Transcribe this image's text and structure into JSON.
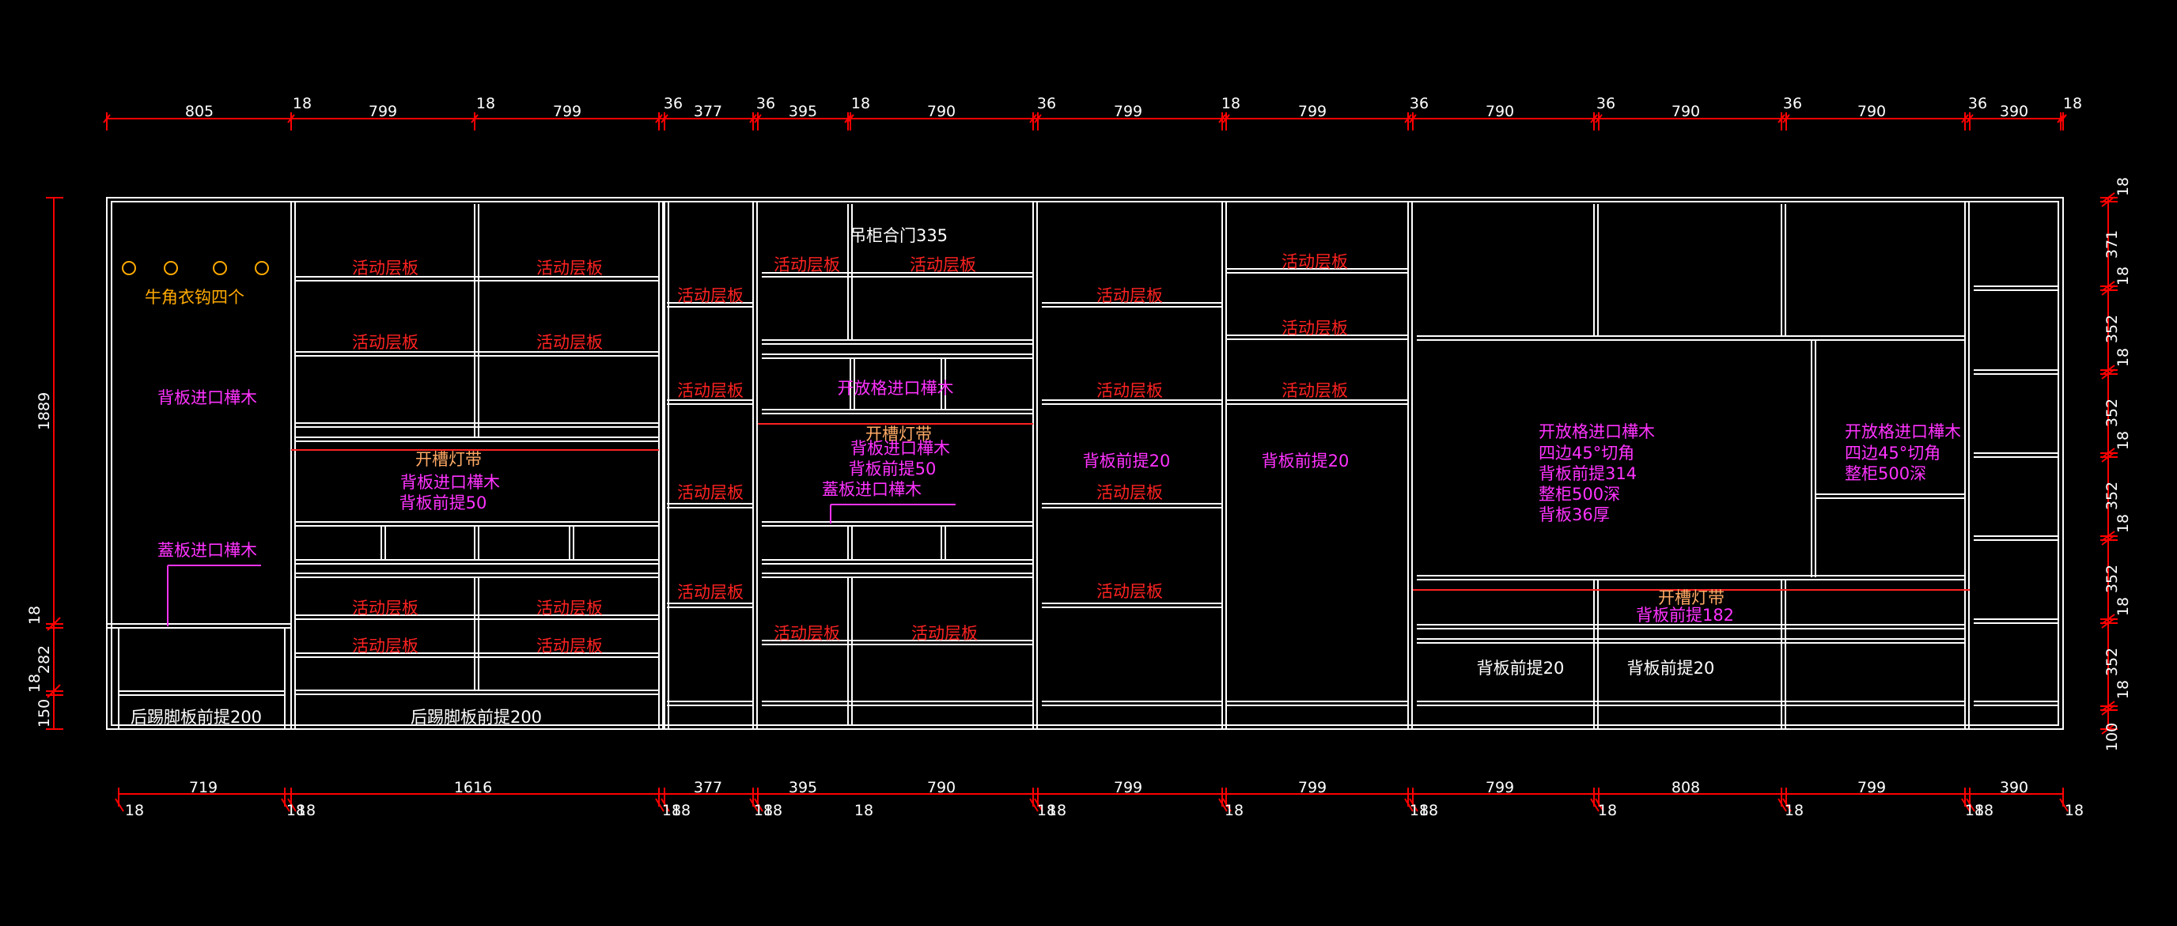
{
  "colors": {
    "background": "#000000",
    "cabinet_line": "#ffffff",
    "dimension_line": "#ff0000",
    "label_red": "#ff2222",
    "label_magenta": "#ff33ff",
    "label_orange": "#ffaa00",
    "label_white": "#ffffff"
  },
  "top_dimensions": [
    "805",
    "18",
    "799",
    "18",
    "799",
    "36",
    "377",
    "36",
    "395",
    "18",
    "790",
    "36",
    "799",
    "18",
    "799",
    "36",
    "790",
    "36",
    "790",
    "36",
    "790",
    "36",
    "390",
    "18"
  ],
  "bottom_dimensions": [
    "719",
    "1616",
    "377",
    "395",
    "790",
    "799",
    "799",
    "799",
    "808",
    "799",
    "390"
  ],
  "bottom_small_dims": [
    "18",
    "18",
    "18",
    "18",
    "18",
    "18",
    "18",
    "18",
    "18",
    "18",
    "18",
    "18",
    "18",
    "18",
    "18",
    "18",
    "18",
    "18",
    "18",
    "18",
    "18",
    "18",
    "18"
  ],
  "left_dimensions": [
    "1889",
    "18",
    "282",
    "18",
    "150"
  ],
  "right_dimensions": [
    "18",
    "371",
    "18",
    "352",
    "18",
    "352",
    "18",
    "352",
    "18",
    "352",
    "18",
    "352",
    "18",
    "100"
  ],
  "labels": {
    "hooks_label": "牛角衣钩四个",
    "back_panel": "背板进口樺木",
    "cover_panel": "蓋板进口樺木",
    "movable_shelf": "活动层板",
    "light_groove": "开槽灯带",
    "back_front_50": "背板前提50",
    "back_front_20": "背板前提20",
    "back_front_182": "背板前提182",
    "kick_200": "后踢脚板前提200",
    "hanging_door": "吊柜合门335",
    "open_grid": "开放格进口樺木",
    "bevel": "四边45°切角",
    "back_front_314": "背板前提314",
    "whole_depth": "整柜500深",
    "back_36": "背板36厚"
  }
}
